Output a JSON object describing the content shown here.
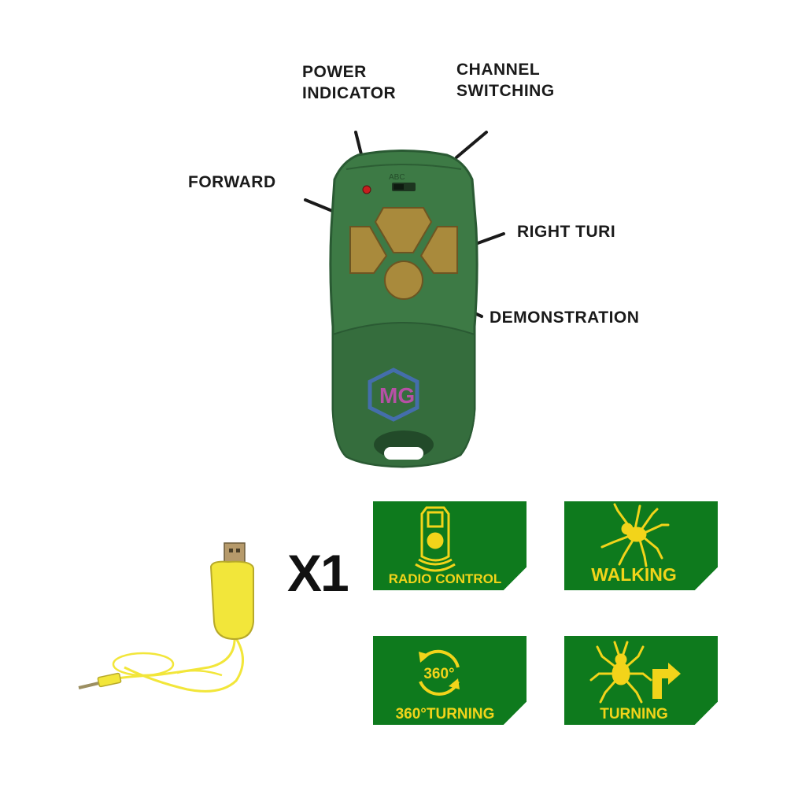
{
  "callouts": {
    "power": [
      "POWER",
      "INDICATOR"
    ],
    "channel": [
      "CHANNEL",
      "SWITCHING"
    ],
    "forward": "FORWARD",
    "right_turn": "RIGHT TURI",
    "demo": "DEMONSTRATION"
  },
  "remote": {
    "switch_label": "ABC",
    "watermark": "MG",
    "body_color": "#3d7a45",
    "button_color": "#a98a3c"
  },
  "quantity": "X1",
  "badges": {
    "radio": "RADIO CONTROL",
    "walking": "WALKING",
    "turning360": "360°TURNING",
    "turning360_icon": "360°",
    "turning": "TURNING"
  },
  "colors": {
    "badge_green": "#0e7a1d",
    "badge_yellow": "#f2d41a",
    "cable_yellow": "#f2e63a"
  }
}
